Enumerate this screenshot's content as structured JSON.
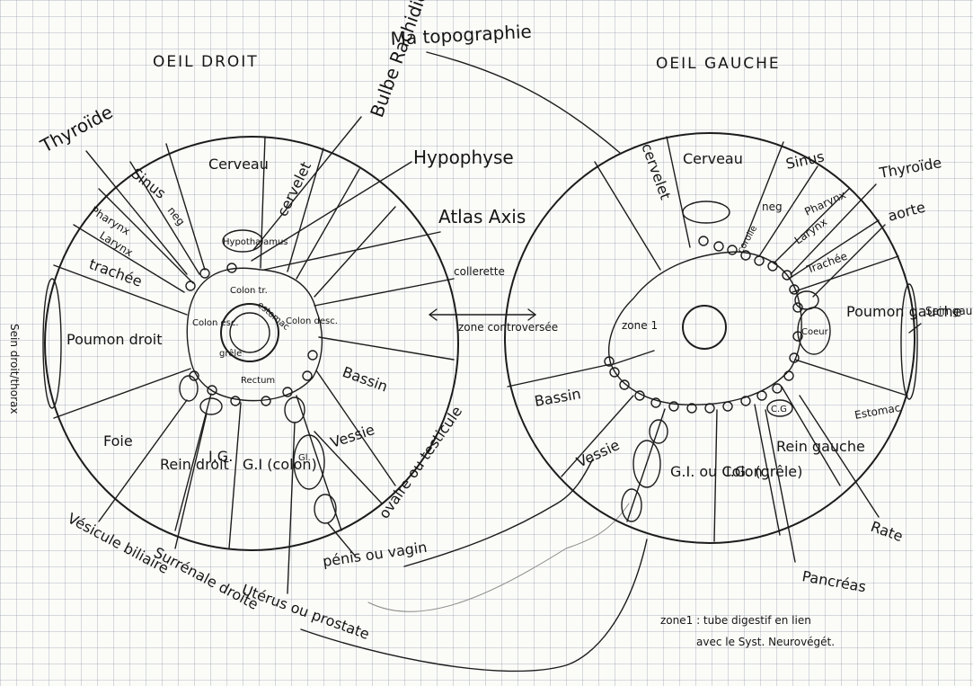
{
  "title_top": "Ma topographie",
  "right_eye": {
    "heading": "OEIL DROIT",
    "labels": {
      "cerveau": "Cerveau",
      "cervelet": "cervelet",
      "sinus": "Sinus",
      "neg": "neg",
      "pharynx": "Pharynx",
      "larynx": "Larynx",
      "trachee": "trachée",
      "poumon": "Poumon droit",
      "foie": "Foie",
      "rein": "Rein droit",
      "ig": "I.G.",
      "gi": "G.I (colon)",
      "gl": "Gl.",
      "vessie": "Vessie",
      "bassin": "Bassin",
      "hypothalamus": "Hypothalamus",
      "colon_tr": "Colon tr.",
      "colon_esc": "Colon esc.",
      "colon_desc": "Colon desc.",
      "estomac": "estomac",
      "grele": "grêle",
      "rectum": "Rectum",
      "collerette": "collerette",
      "sein": "Sein droit/thorax"
    },
    "callouts": {
      "bulbe": "Bulbe Rachidien",
      "hypophyse": "Hypophyse",
      "atlas": "Atlas Axis",
      "thyroide": "Thyroïde",
      "vesicule": "Vésicule biliaire",
      "surrenale": "Surrénale droite",
      "uterus": "Utérus ou prostate",
      "penis": "pénis ou vagin",
      "ovaire": "ovaire ou testicule"
    }
  },
  "left_eye": {
    "heading": "OEIL GAUCHE",
    "labels": {
      "cerveau": "Cerveau",
      "cervelet": "cervelet",
      "sinus": "Sinus",
      "neg": "neg",
      "pharynx": "Pharynx",
      "larynx": "Larynx",
      "trachee": "Trachée",
      "poumon": "Poumon gauche",
      "coeur": "Coeur",
      "bassin": "Bassin",
      "vessie": "Vessie",
      "gi": "G.I. ou Colon",
      "ig": "I.G. (grêle)",
      "rein": "Rein gauche",
      "estomac": "Estomac",
      "zone1": "zone 1",
      "cg": "C.G",
      "corolle": "corolle"
    },
    "callouts": {
      "thyroide": "Thyroïde",
      "aorte": "aorte",
      "sein": "Sein gauche ou thorax",
      "rate": "Rate",
      "pancreas": "Pancréas"
    }
  },
  "zone_controversee": "zone controversée",
  "note": {
    "line1": "zone1 : tube digestif en lien",
    "line2": "avec le Syst. Neurovégét."
  }
}
